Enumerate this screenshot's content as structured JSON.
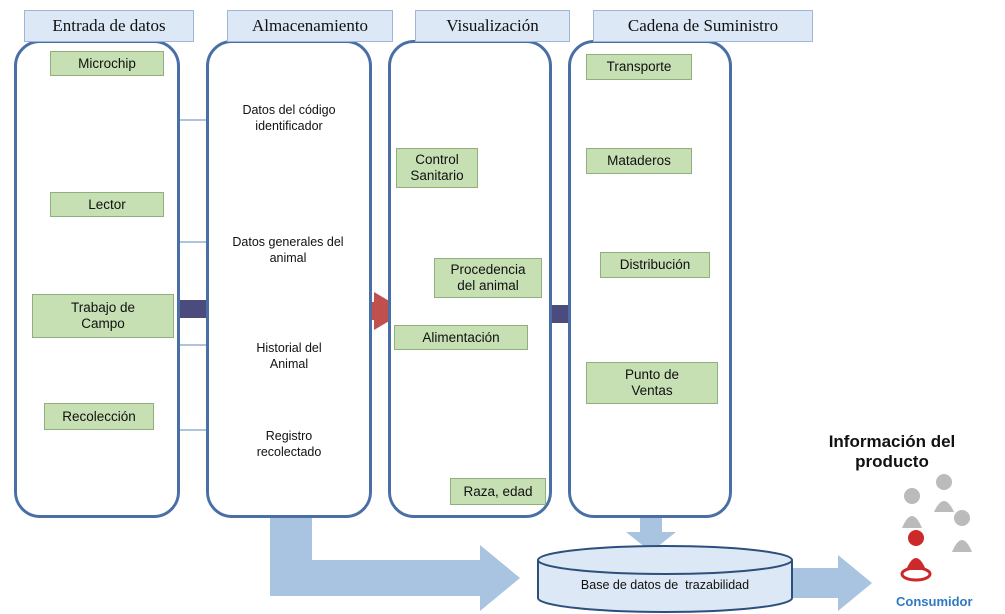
{
  "columns": {
    "entrada": "Entrada de datos",
    "almacenamiento": "Almacenamiento",
    "visualizacion": "Visualización",
    "cadena": "Cadena de Suministro"
  },
  "entrada": {
    "microchip": "Microchip",
    "lector": "Lector",
    "trabajo": "Trabajo de Campo",
    "recoleccion": "Recolección"
  },
  "almacenamiento": {
    "db1": "Datos del código identificador",
    "db2": "Datos generales del animal",
    "db3": "Historial del Animal",
    "db4": "Registro recolectado"
  },
  "visualizacion": {
    "control": "Control Sanitario",
    "procedencia": "Procedencia del animal",
    "alimentacion": "Alimentación",
    "raza": "Raza, edad"
  },
  "cadena": {
    "transporte": "Transporte",
    "mataderos": "Mataderos",
    "distribucion": "Distribución",
    "punto": "Punto de Ventas"
  },
  "base": "Base de datos de  trazabilidad",
  "info": "Información del producto",
  "consumidor": "Consumidor",
  "colors": {
    "border": "#4a6fa5",
    "header": "#dce8f5",
    "label": "#c6e0b4",
    "cylinder": "#dce8f5",
    "arrow_dark": "#4b4b7e",
    "arrow_red": "#c0504d",
    "arrow_light": "#a9c4e0"
  }
}
